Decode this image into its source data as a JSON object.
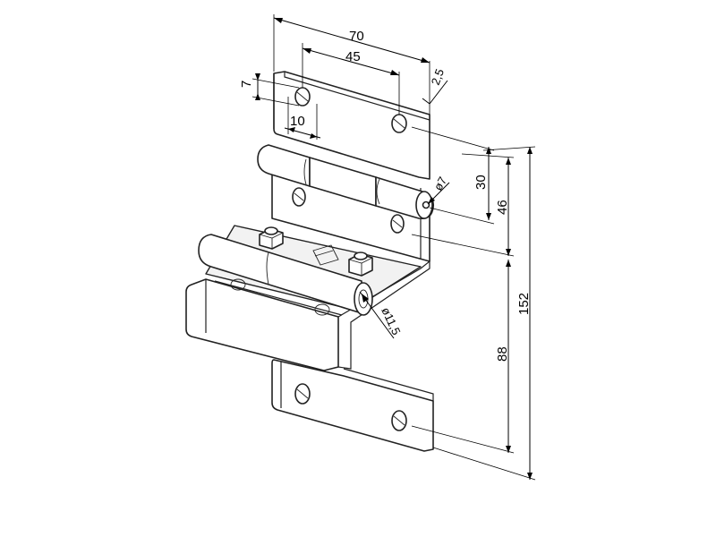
{
  "dimensions": {
    "width_total": "70",
    "hole_spacing": "45",
    "thickness": "2,5",
    "slot_height": "7",
    "slot_width": "10",
    "pin_diameter": "ø7",
    "upper_offset": "30",
    "upper_height": "46",
    "lower_height": "88",
    "overall_height": "152",
    "roller_diameter": "ø11,5"
  }
}
